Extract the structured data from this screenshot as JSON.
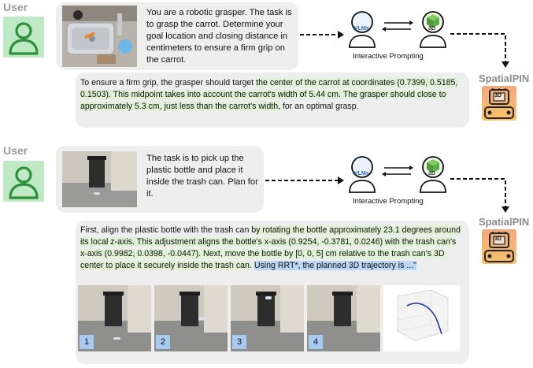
{
  "example1": {
    "user_label": "User",
    "prompt": "You are a robotic grasper. The task is to grasp the carrot. Determine your goal location and closing distance in centimeters to ensure a firm grip on the carrot.",
    "interactive_label": "Interactive Prompting",
    "vlm_label": "VLMs",
    "threed_label": "3D",
    "system_label": "SpatialPIN",
    "chip_label": "3D",
    "response": {
      "p1": "To ensure a firm grip, the grasper should target ",
      "p2": "the center of the carrot at coordinates (0.7399, 0.5185, 0.1503). This midpoint takes into account the carrot's width of 5.44 cm. The grasper should close to approximately 5.3 cm, just less than the carrot's width,",
      "p3": " for an optimal grasp."
    }
  },
  "example2": {
    "user_label": "User",
    "prompt": "The task is to pick up the plastic bottle and place it inside the trash can. Plan for it.",
    "interactive_label": "Interactive Prompting",
    "vlm_label": "VLMs",
    "threed_label": "3D",
    "system_label": "SpatialPIN",
    "chip_label": "3D",
    "response": {
      "p1": "First, align the plastic bottle with the trash can ",
      "p2": "by rotating the bottle approximately 23.1 degrees around its local z-axis. This adjustment aligns the bottle's x-axis (0.9254, -0.3781, 0.0246) with the trash can's x-axis (0.9982, 0.0398, -0.0447). Next, move the bottle by [0, 0, 5] cm relative to the trash can's 3D center to place it securely inside the trash can.",
      "p3": " ",
      "p4": "Using RRT*, the planned 3D trajectory is ...\""
    },
    "frames": [
      "1",
      "2",
      "3",
      "4"
    ]
  },
  "colors": {
    "avatar_bg": "#bfe8c4",
    "avatar_stroke": "#2f8f3a",
    "bubble_bg": "#eeeeee",
    "highlight_green": "#dff2d6",
    "highlight_blue": "#bcd6f5",
    "chip_orange": "#f4a77d",
    "vlm_blue": "#2b6cb0",
    "cube_green": "#5cae4a"
  }
}
